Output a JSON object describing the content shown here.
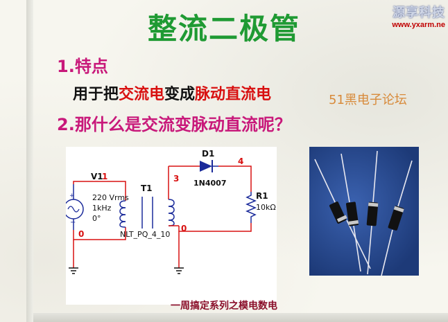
{
  "slide": {
    "title": "整流二极管",
    "logo": {
      "name": "源享科技",
      "url": "www.yxarm.ne"
    },
    "section1": {
      "heading": "1.特点",
      "line_parts": [
        "用于把",
        "交流电",
        "变成",
        "脉动直流电"
      ]
    },
    "watermark": "51黑电子论坛",
    "section2": {
      "heading": "2.那什么是交流变脉动直流呢？"
    },
    "footer": "一周搞定系列之模电数电"
  },
  "circuit": {
    "source_label": "V1",
    "source_node": "1",
    "source_specs": [
      "220 Vrms",
      "1kHz",
      "0°"
    ],
    "transformer_label": "T1",
    "transformer_model": "NLT_PQ_4_10",
    "diode_label": "D1",
    "diode_model": "1N4007",
    "resistor_label": "R1",
    "resistor_value": "10kΩ",
    "node_labels": {
      "n3": "3",
      "n4": "4",
      "n0_left": "0",
      "n0_right": "0"
    }
  },
  "colors": {
    "title_green": "#1f9a33",
    "heading_magenta": "#c8187a",
    "emphasis_red": "#d81010",
    "wire_red": "#d81010",
    "component_blue": "#1a2a9a"
  }
}
